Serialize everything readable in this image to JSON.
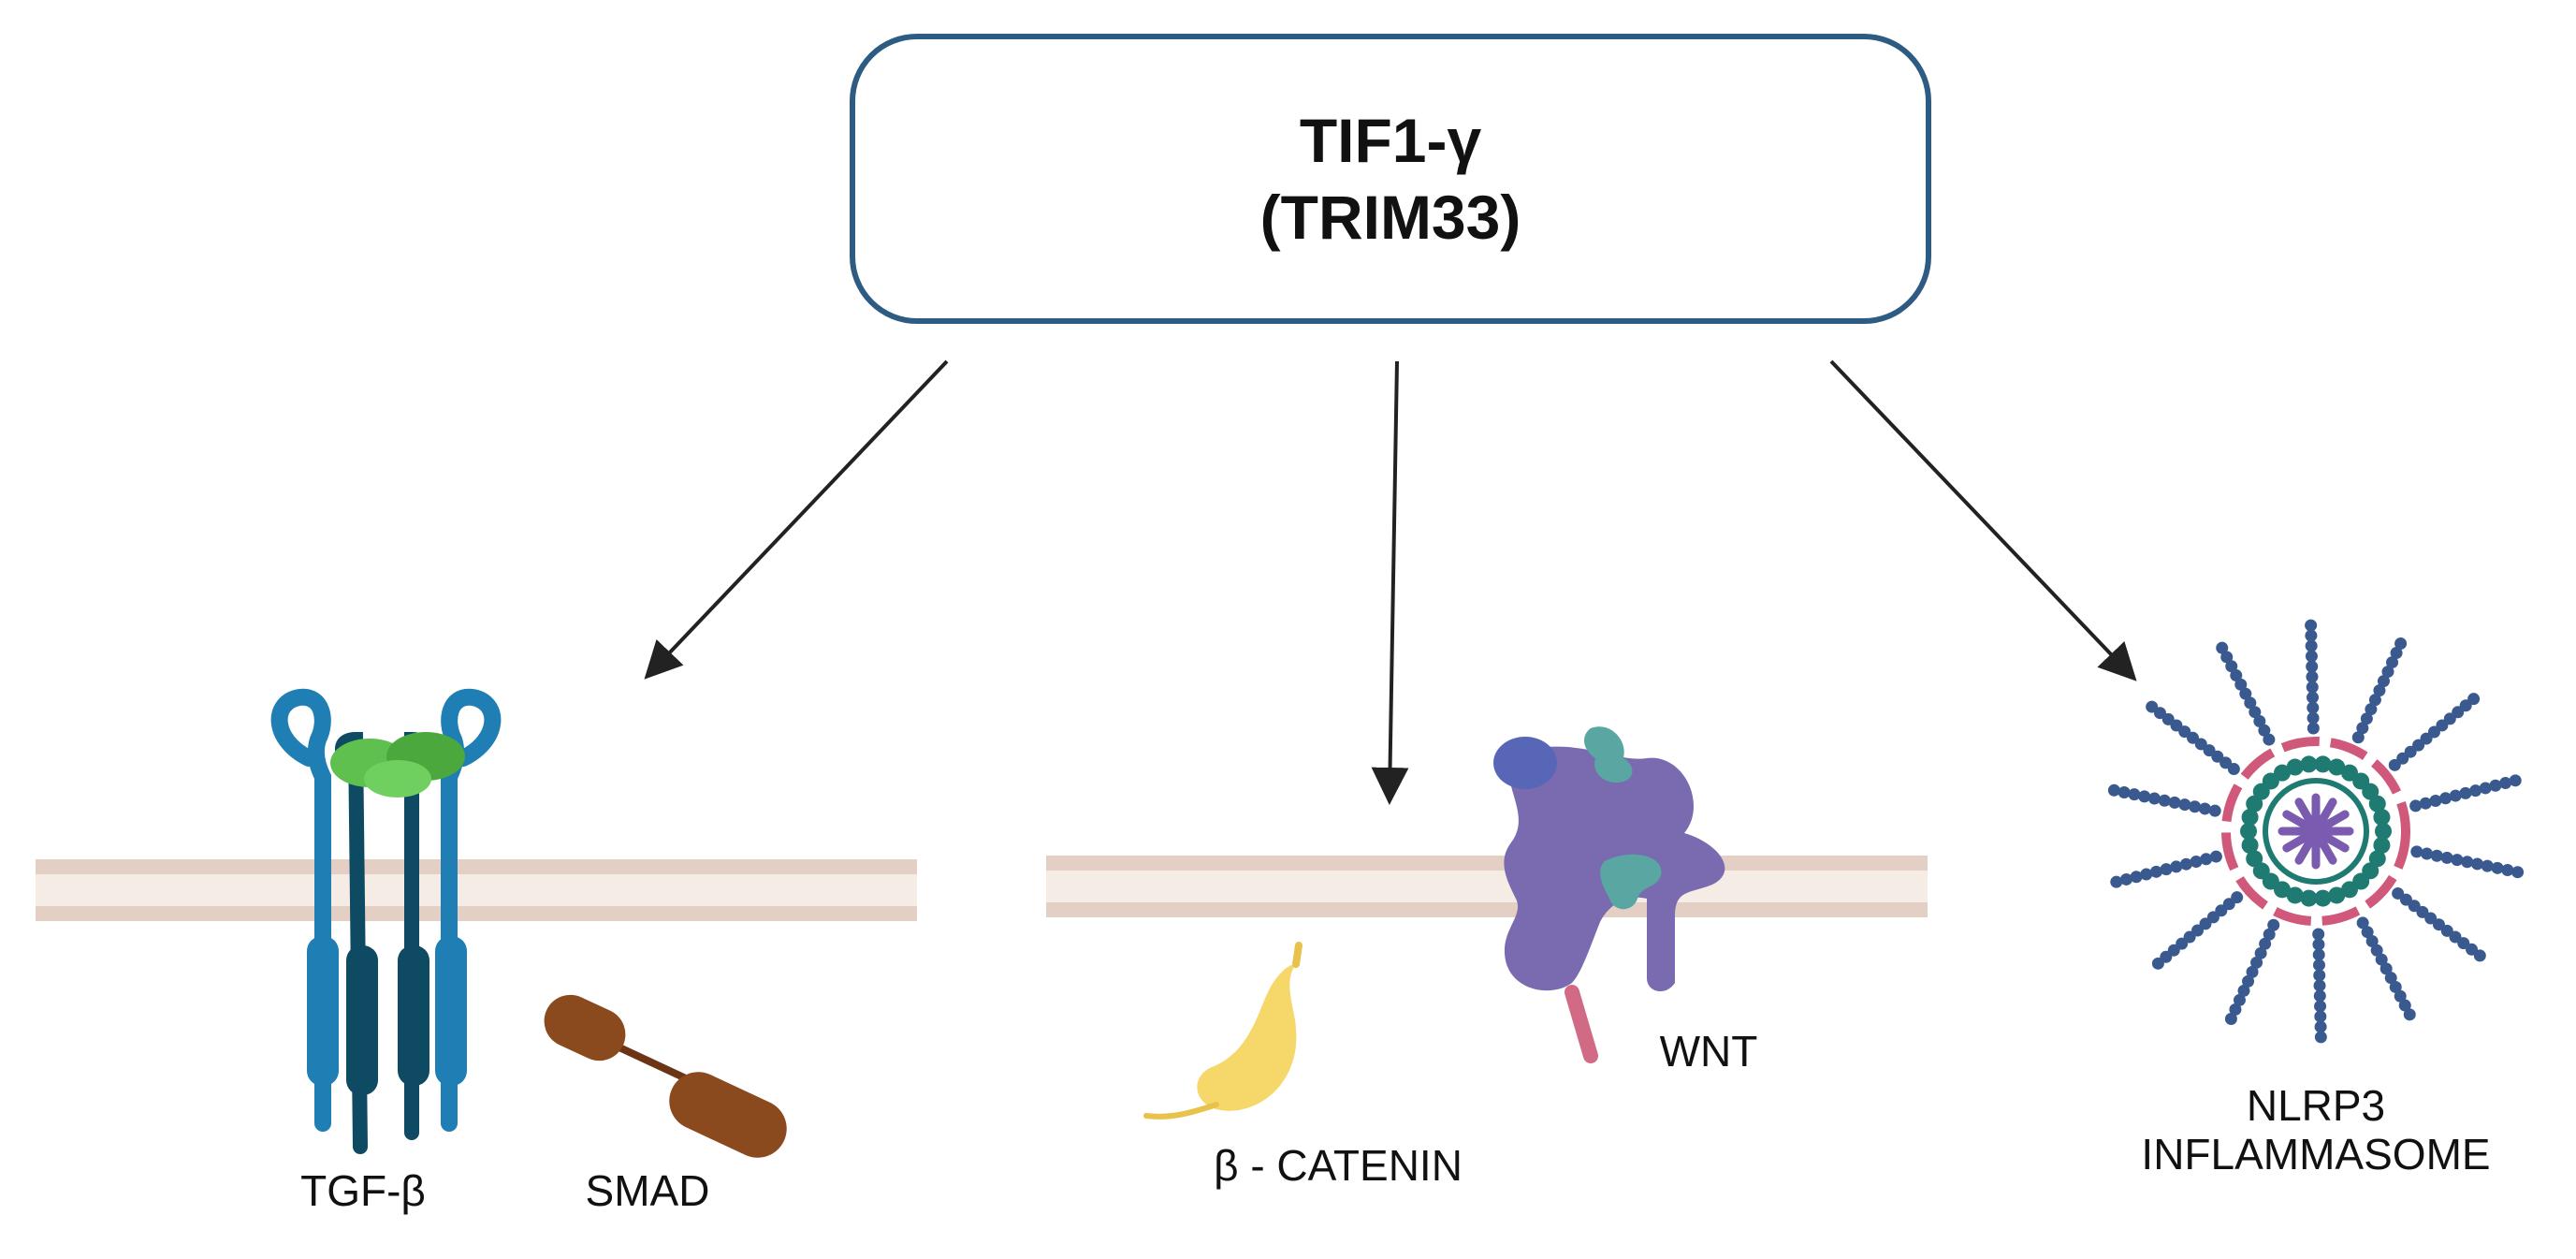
{
  "title": {
    "line1": "TIF1-γ",
    "line2": "(TRIM33)"
  },
  "labels": {
    "tgf_beta": "TGF-β",
    "smad": "SMAD",
    "beta_catenin": "β - CATENIN",
    "wnt": "WNT",
    "nlrp3_line1": "NLRP3",
    "nlrp3_line2": "INFLAMMASOME"
  },
  "colors": {
    "box_border": "#2e5b82",
    "membrane_outer": "#e3cfc4",
    "membrane_inner": "#f6ece6",
    "receptor_light_blue": "#1f7fb4",
    "receptor_dark_blue": "#0f4a63",
    "ligand_green": "#5fbf4f",
    "smad_brown": "#8b4a1e",
    "catenin_yellow": "#f5d76a",
    "wnt_purple": "#7a6bb0",
    "wnt_teal": "#5aa6a2",
    "inflammasome_blue": "#3a5a8f",
    "inflammasome_pink": "#d0587a",
    "inflammasome_teal": "#1f7a72",
    "inflammasome_purple": "#7b5bb0"
  }
}
